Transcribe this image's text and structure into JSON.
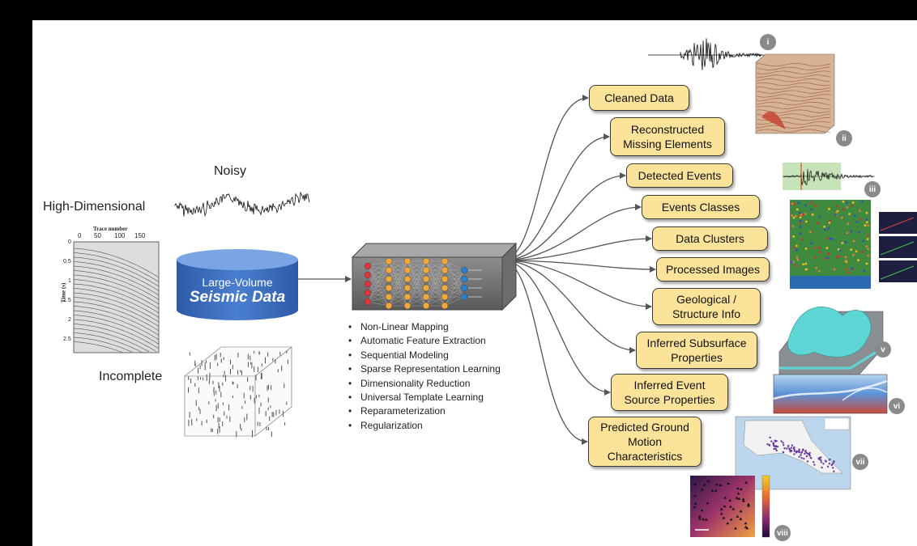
{
  "labels": {
    "noisy": "Noisy",
    "high_dimensional": "High-Dimensional",
    "incomplete": "Incomplete"
  },
  "cylinder": {
    "line1": "Large-Volume",
    "line2": "Seismic Data"
  },
  "seismic_plot": {
    "axis_title": "Trace number",
    "x_ticks": [
      "0",
      "50",
      "100",
      "150"
    ],
    "y_label": "Time (s)",
    "y_ticks": [
      "0",
      "0.5",
      "1",
      "1.5",
      "2",
      "2.5"
    ]
  },
  "bullets": [
    "Non-Linear Mapping",
    "Automatic Feature Extraction",
    "Sequential Modeling",
    "Sparse Representation Learning",
    "Dimensionality Reduction",
    "Universal Template Learning",
    "Reparameterization",
    "Regularization"
  ],
  "outputs": [
    {
      "line1": "Cleaned Data",
      "line2": ""
    },
    {
      "line1": "Reconstructed",
      "line2": "Missing Elements"
    },
    {
      "line1": "Detected Events",
      "line2": ""
    },
    {
      "line1": "Events Classes",
      "line2": ""
    },
    {
      "line1": "Data Clusters",
      "line2": ""
    },
    {
      "line1": "Processed Images",
      "line2": ""
    },
    {
      "line1": "Geological /",
      "line2": "Structure Info"
    },
    {
      "line1": "Inferred Subsurface",
      "line2": "Properties"
    },
    {
      "line1": "Inferred Event",
      "line2": "Source Properties"
    },
    {
      "line1": "Predicted Ground",
      "line2": "Motion",
      "line3": "Characteristics"
    }
  ],
  "badges": [
    "i",
    "ii",
    "iii",
    "v",
    "vi",
    "vii",
    "viii"
  ],
  "colors": {
    "box_fill": "#fbe39a",
    "cylinder_blue": "#3f6fc0",
    "node_red": "#d9363e",
    "node_orange": "#f2a93b",
    "node_blue": "#2f7fcf"
  }
}
